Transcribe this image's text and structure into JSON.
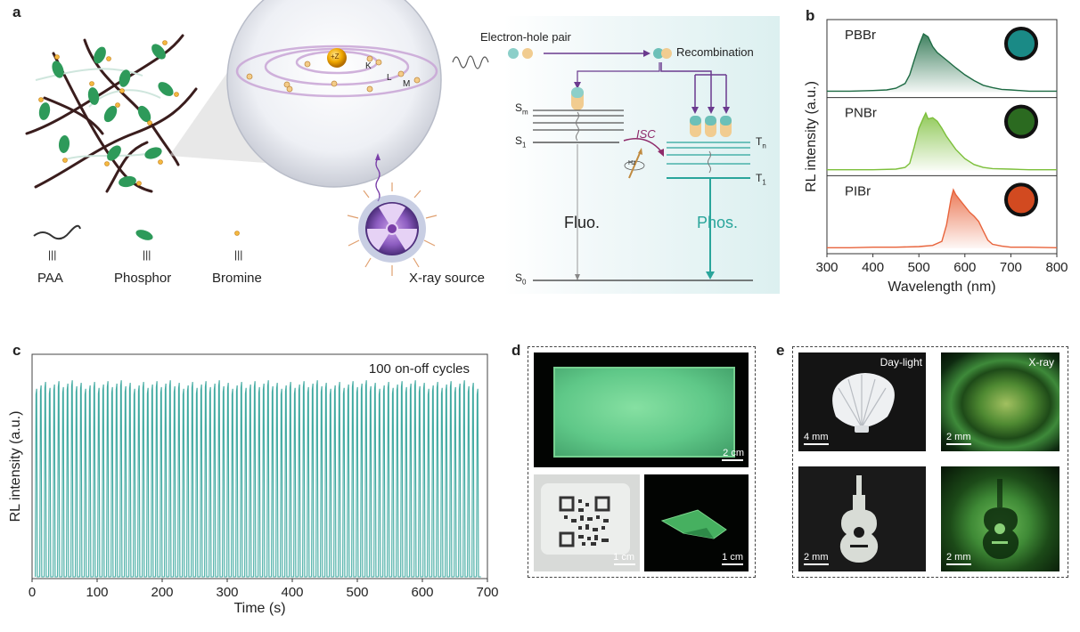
{
  "panel_labels": {
    "a": "a",
    "b": "b",
    "c": "c",
    "d": "d",
    "e": "e"
  },
  "panel_a": {
    "legend": {
      "paa": "PAA",
      "phosphor": "Phosphor",
      "bromine": "Bromine",
      "equiv": "|||"
    },
    "atom": {
      "nucleus": "+Z",
      "shells": [
        "K",
        "L",
        "M"
      ]
    },
    "xray_source": "X-ray source",
    "electron_hole_pair": "Electron-hole pair",
    "recombination": "Recombination",
    "isc": "ISC",
    "fluo": "Fluo.",
    "phos": "Phos.",
    "states": {
      "sm": "S",
      "sm_sub": "m",
      "s1": "S",
      "s1_sub": "1",
      "s0": "S",
      "s0_sub": "0",
      "tn": "T",
      "tn_sub": "n",
      "t1": "T",
      "t1_sub": "1"
    },
    "hz": "Hz"
  },
  "chart_data": [
    {
      "type": "line",
      "panel": "b",
      "ylabel": "RL intensity (a.u.)",
      "xlabel": "Wavelength (nm)",
      "xlim": [
        300,
        800
      ],
      "xticks": [
        300,
        400,
        500,
        600,
        700,
        800
      ],
      "series": [
        {
          "name": "PBBr",
          "color": "#1e6b44",
          "x": [
            300,
            350,
            400,
            430,
            450,
            470,
            480,
            490,
            500,
            510,
            520,
            530,
            540,
            560,
            580,
            600,
            620,
            640,
            660,
            680,
            700,
            720,
            740,
            780,
            800
          ],
          "values": [
            0.02,
            0.02,
            0.03,
            0.04,
            0.07,
            0.15,
            0.3,
            0.55,
            0.8,
            1.0,
            0.95,
            0.78,
            0.68,
            0.55,
            0.42,
            0.3,
            0.2,
            0.12,
            0.08,
            0.05,
            0.04,
            0.03,
            0.02,
            0.02,
            0.02
          ]
        },
        {
          "name": "PNBr",
          "color": "#7cbf3a",
          "x": [
            300,
            350,
            400,
            450,
            470,
            480,
            490,
            500,
            510,
            515,
            520,
            530,
            540,
            550,
            560,
            580,
            600,
            620,
            640,
            660,
            700,
            740,
            800
          ],
          "values": [
            0.01,
            0.01,
            0.01,
            0.02,
            0.05,
            0.12,
            0.4,
            0.72,
            0.9,
            0.98,
            0.88,
            0.9,
            0.84,
            0.72,
            0.58,
            0.36,
            0.2,
            0.1,
            0.05,
            0.03,
            0.02,
            0.01,
            0.01
          ]
        },
        {
          "name": "PIBr",
          "color": "#e8643c",
          "x": [
            300,
            350,
            400,
            450,
            500,
            530,
            550,
            560,
            570,
            575,
            580,
            590,
            600,
            610,
            620,
            630,
            640,
            650,
            660,
            680,
            700,
            740,
            800
          ],
          "values": [
            0.01,
            0.01,
            0.02,
            0.02,
            0.03,
            0.05,
            0.12,
            0.4,
            0.85,
            1.0,
            0.92,
            0.82,
            0.72,
            0.62,
            0.55,
            0.46,
            0.3,
            0.14,
            0.07,
            0.04,
            0.02,
            0.02,
            0.01
          ]
        }
      ]
    },
    {
      "type": "line",
      "panel": "c",
      "ylabel": "RL intensity (a.u.)",
      "xlabel": "Time (s)",
      "xlim": [
        0,
        700
      ],
      "xticks": [
        0,
        100,
        200,
        300,
        400,
        500,
        600,
        700
      ],
      "annotation": "100 on-off cycles",
      "series": [
        {
          "name": "",
          "color": "#3fa9a0",
          "cycles": 100,
          "x_start": 5,
          "x_end": 690,
          "peak_min": 0.88,
          "peak_max": 0.92
        }
      ]
    }
  ],
  "panel_d": {
    "scale_large": "2 cm",
    "scale_small1": "1 cm",
    "scale_small2": "1 cm"
  },
  "panel_e": {
    "daylight": "Day-light",
    "xray": "X-ray",
    "scales": [
      "4 mm",
      "2 mm",
      "2 mm",
      "2 mm"
    ]
  }
}
